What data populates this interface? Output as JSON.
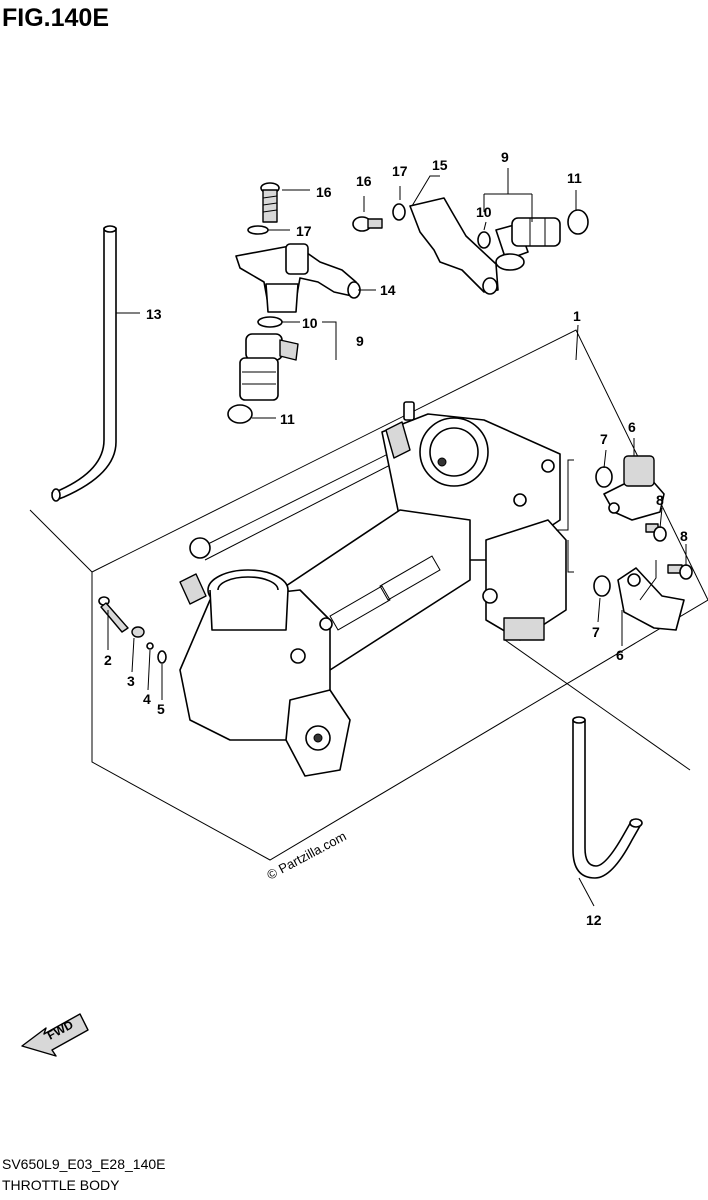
{
  "figure": {
    "title": "FIG.140E",
    "code": "SV650L9_E03_E28_140E",
    "name": "THROTTLE BODY",
    "watermark": "© Partzilla.com",
    "fwd_label": "FWD"
  },
  "callouts": {
    "c1": "1",
    "c2": "2",
    "c3": "3",
    "c4": "4",
    "c5": "5",
    "c6a": "6",
    "c6b": "6",
    "c7a": "7",
    "c7b": "7",
    "c8a": "8",
    "c8b": "8",
    "c9a": "9",
    "c9b": "9",
    "c10a": "10",
    "c10b": "10",
    "c11a": "11",
    "c11b": "11",
    "c12": "12",
    "c13": "13",
    "c14": "14",
    "c15": "15",
    "c16a": "16",
    "c16b": "16",
    "c17a": "17",
    "c17b": "17"
  }
}
